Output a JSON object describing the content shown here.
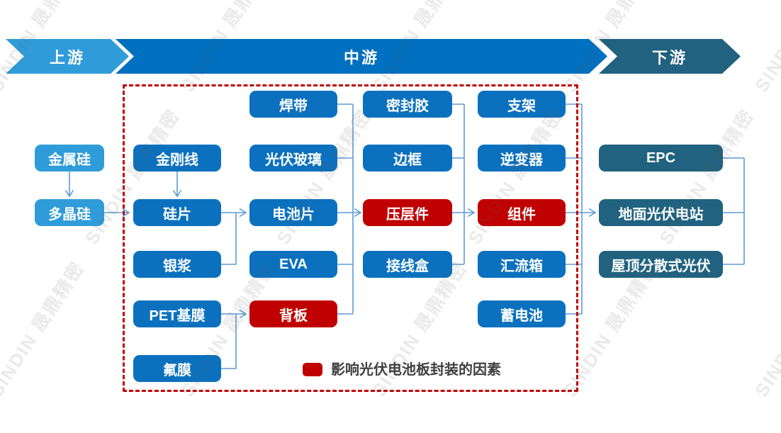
{
  "banners": [
    {
      "label": "上游"
    },
    {
      "label": "中游"
    },
    {
      "label": "下游"
    }
  ],
  "nodes": [
    {
      "id": "metal-silicon",
      "label": "金属硅"
    },
    {
      "id": "polysilicon",
      "label": "多晶硅"
    },
    {
      "id": "diamond-wire",
      "label": "金刚线"
    },
    {
      "id": "silicon-wafer",
      "label": "硅片"
    },
    {
      "id": "silver-paste",
      "label": "银浆"
    },
    {
      "id": "pet-base-film",
      "label": "PET基膜"
    },
    {
      "id": "fluorine-film",
      "label": "氟膜"
    },
    {
      "id": "solder-ribbon",
      "label": "焊带"
    },
    {
      "id": "pv-glass",
      "label": "光伏玻璃"
    },
    {
      "id": "solar-cell",
      "label": "电池片"
    },
    {
      "id": "eva",
      "label": "EVA"
    },
    {
      "id": "backsheet",
      "label": "背板"
    },
    {
      "id": "sealant",
      "label": "密封胶"
    },
    {
      "id": "frame",
      "label": "边框"
    },
    {
      "id": "laminate",
      "label": "压层件"
    },
    {
      "id": "junction-box",
      "label": "接线盒"
    },
    {
      "id": "mounting-bracket",
      "label": "支架"
    },
    {
      "id": "inverter",
      "label": "逆变器"
    },
    {
      "id": "module",
      "label": "组件"
    },
    {
      "id": "combiner-box",
      "label": "汇流箱"
    },
    {
      "id": "storage-battery",
      "label": "蓄电池"
    },
    {
      "id": "epc",
      "label": "EPC"
    },
    {
      "id": "ground-pv-plant",
      "label": "地面光伏电站"
    },
    {
      "id": "rooftop-distributed-pv",
      "label": "屋顶分散式光伏"
    }
  ],
  "legend": {
    "label": "影响光伏电池板封装的因素",
    "swatch_color": "#C00000"
  },
  "watermark": {
    "text": "SINDIN 晟鼎精密"
  },
  "colors": {
    "upstream_light": "#2F9CD9",
    "midstream_blue": "#0070C0",
    "downstream_teal": "#20627F",
    "node_blue": "#0B71BE",
    "highlight_red": "#C00000",
    "connector": "#5B9BD5"
  }
}
